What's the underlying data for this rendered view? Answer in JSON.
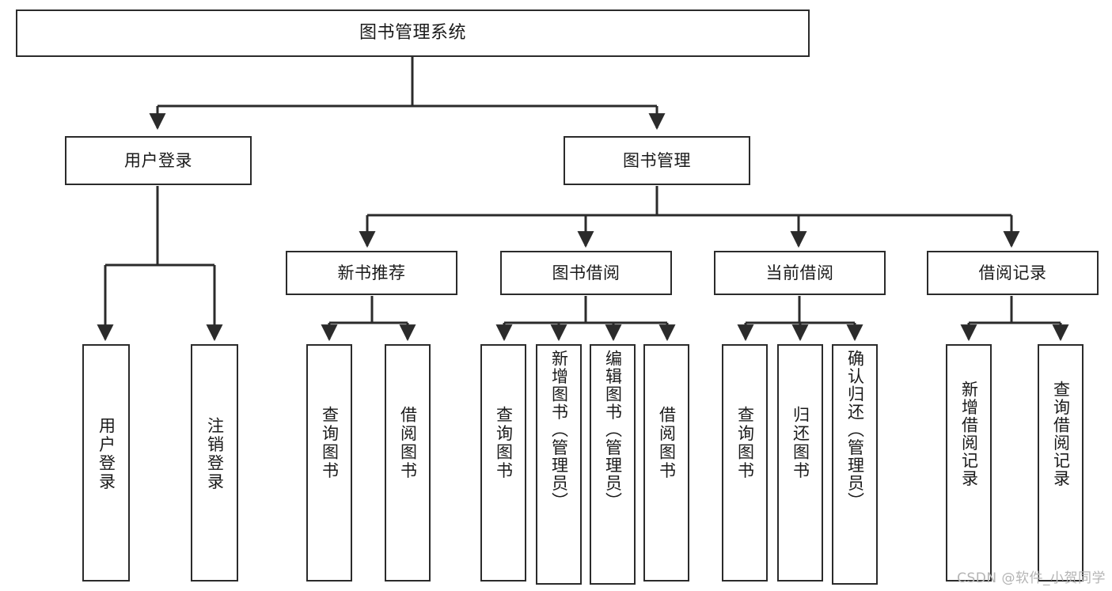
{
  "diagram": {
    "title": "图书管理系统",
    "watermark": "CSDN @软件_小贺同学",
    "line_color": "#2b2b2b",
    "box_fill": "#ffffff",
    "text_color": "#1a1a1a",
    "root": {
      "label": "图书管理系统"
    },
    "level1": [
      {
        "label": "用户登录"
      },
      {
        "label": "图书管理"
      }
    ],
    "level2": [
      {
        "label": "新书推荐"
      },
      {
        "label": "图书借阅"
      },
      {
        "label": "当前借阅"
      },
      {
        "label": "借阅记录"
      }
    ],
    "leaves": {
      "user_login": [
        {
          "label": "用户登录"
        },
        {
          "label": "注销登录"
        }
      ],
      "new_book": [
        {
          "label": "查询图书"
        },
        {
          "label": "借阅图书"
        }
      ],
      "book_borrow": [
        {
          "label": "查询图书"
        },
        {
          "label": "新增图书（管理员）"
        },
        {
          "label": "编辑图书（管理员）"
        },
        {
          "label": "借阅图书"
        }
      ],
      "current_borrow": [
        {
          "label": "查询图书"
        },
        {
          "label": "归还图书"
        },
        {
          "label": "确认归还（管理员）"
        }
      ],
      "borrow_record": [
        {
          "label": "新增借阅记录"
        },
        {
          "label": "查询借阅记录"
        }
      ]
    }
  }
}
